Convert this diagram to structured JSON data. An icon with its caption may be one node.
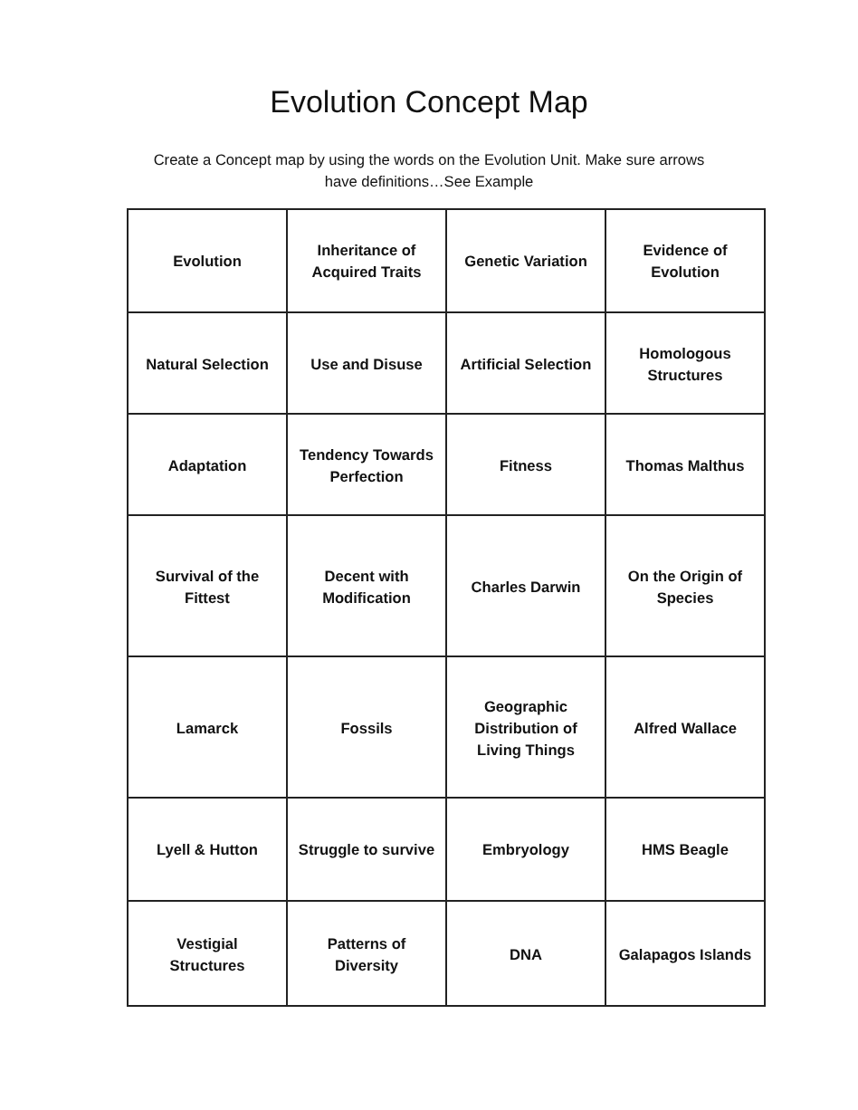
{
  "diagram": {
    "title": "Evolution Concept Map",
    "labels": [
      "Create a Concept map by using the words on the Evolution Unit.  Make sure arrows have definitions…See Example",
      "Evolution",
      "Inheritance of Acquired Traits",
      "Genetic Variation",
      "Evidence of Evolution",
      "Natural Selection",
      "Use and Disuse",
      "Artificial Selection",
      "Homologous Structures",
      "Adaptation",
      "Tendency Towards Perfection",
      "Fitness",
      "Thomas Malthus",
      "Survival of the Fittest",
      "Decent with Modification",
      "Charles Darwin",
      "On the Origin of Species",
      "Lamarck",
      "Fossils",
      "Geographic Distribution of Living Things",
      "Alfred Wallace",
      "Lyell & Hutton",
      "Struggle to survive",
      "Embryology",
      "HMS Beagle",
      "Vestigial Structures",
      "Patterns of Diversity",
      "DNA",
      "Galapagos Islands"
    ]
  }
}
